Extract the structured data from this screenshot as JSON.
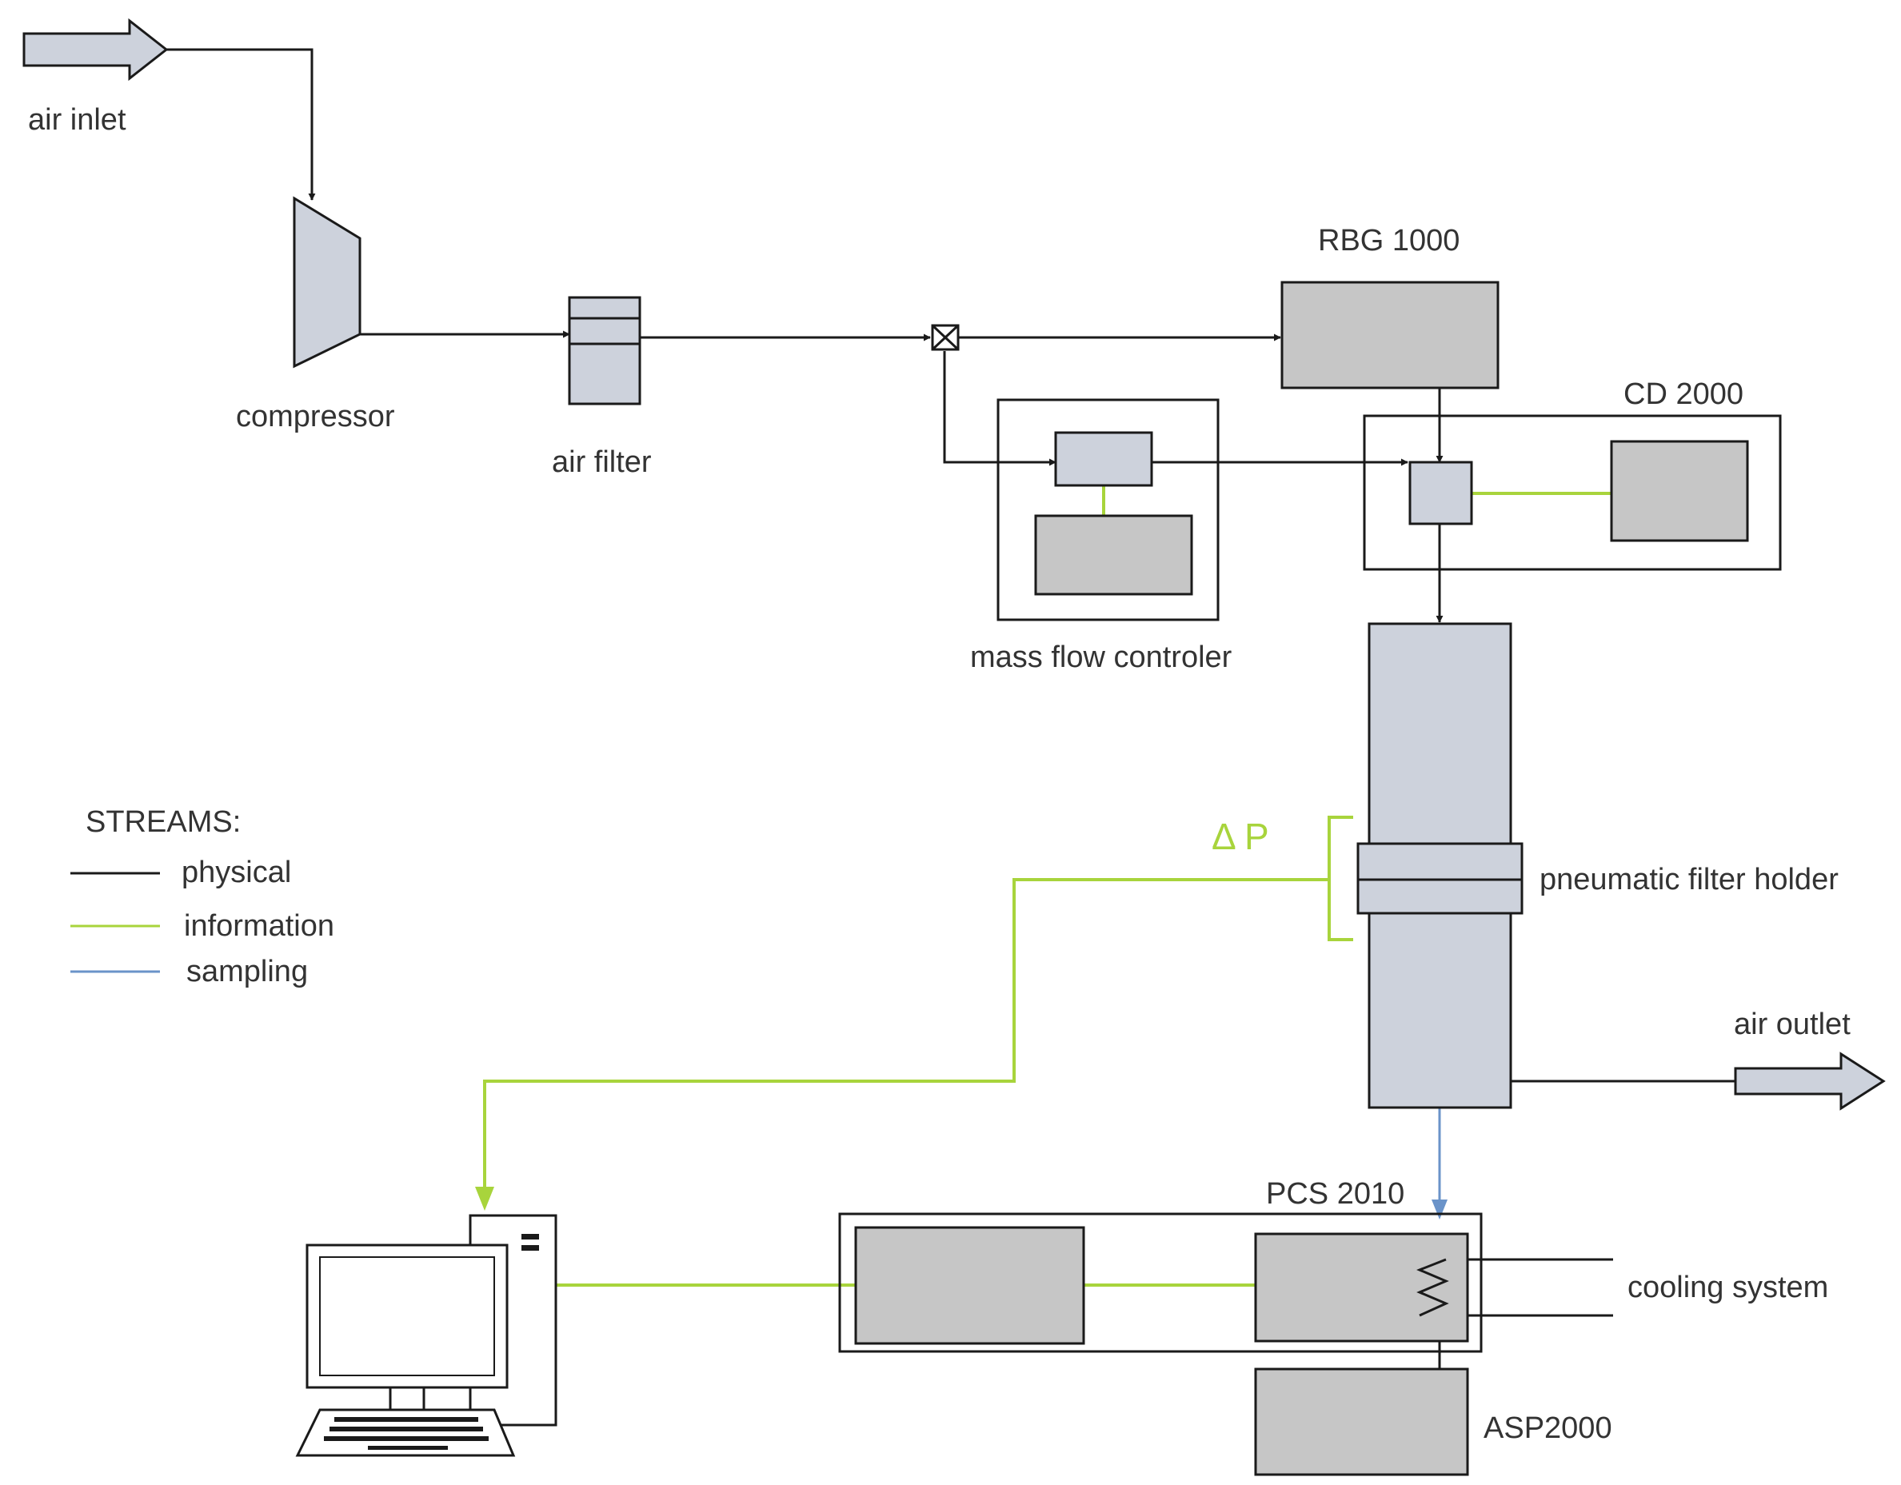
{
  "colors": {
    "physical": "#1a1a1a",
    "information": "#a8d43c",
    "sampling": "#6a93c9",
    "device_light": "#cdd2dc",
    "device_dark": "#c6c6c6"
  },
  "labels": {
    "air_inlet": "air inlet",
    "compressor": "compressor",
    "air_filter": "air filter",
    "rbg": "RBG 1000",
    "cd": "CD 2000",
    "mfc": "mass flow controler",
    "filter_holder": "pneumatic filter holder",
    "air_outlet": "air outlet",
    "pcs": "PCS 2010",
    "cooling": "cooling system",
    "asp": "ASP2000",
    "delta_p": "Δ P"
  },
  "legend": {
    "title": "STREAMS:",
    "items": [
      {
        "label": "physical",
        "stream": "physical"
      },
      {
        "label": "information",
        "stream": "information"
      },
      {
        "label": "sampling",
        "stream": "sampling"
      }
    ]
  },
  "icons": [
    "inlet-arrow-icon",
    "outlet-arrow-icon",
    "compressor-icon",
    "valve-icon",
    "heat-exchanger-icon",
    "computer-icon"
  ]
}
